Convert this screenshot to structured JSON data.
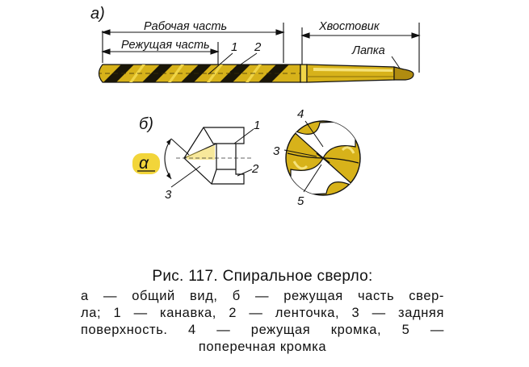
{
  "figure": {
    "panel_a": "а)",
    "panel_b": "б)",
    "working_part": "Рабочая часть",
    "cutting_part": "Режущая часть",
    "shank": "Хвостовик",
    "tang": "Лапка",
    "callouts": [
      "1",
      "2",
      "3",
      "4",
      "5"
    ],
    "angle_label": "α",
    "colors": {
      "metal": "#d7b21a",
      "highlight": "#f0d548",
      "alpha_badge": "#f2d53a",
      "line": "#111111"
    }
  },
  "caption": {
    "title": "Рис. 117. Спиральное сверло:",
    "line1": "а — общий вид, б — режущая часть свер-",
    "line2": "ла; 1 — канавка, 2 — ленточка, 3 — задняя",
    "line3": "поверхность. 4 — режущая кромка, 5 —",
    "line4": "поперечная кромка"
  }
}
